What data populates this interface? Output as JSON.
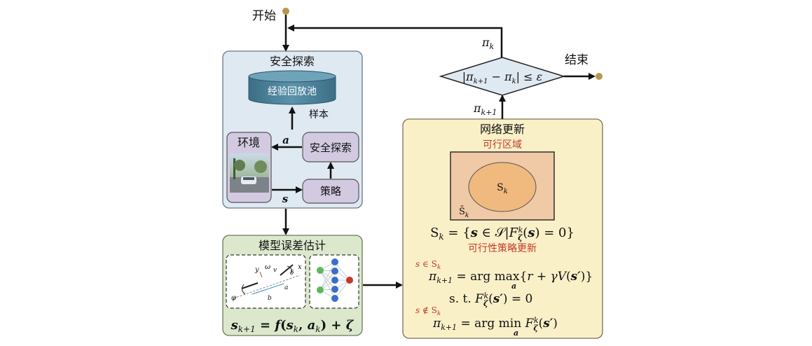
{
  "start": {
    "label": "开始"
  },
  "end": {
    "label": "结束"
  },
  "safe_explore_panel": {
    "title": "安全探索",
    "buffer_label": "经验回放池",
    "sample_label": "样本",
    "env_label": "环境",
    "explore_label": "安全探索",
    "policy_label": "策略",
    "action_symbol": "a",
    "state_symbol": "s"
  },
  "model_panel": {
    "title": "模型误差估计",
    "equation": "s_{k+1} = f(s_k, a_k) + ζ",
    "vehicle_symbols": [
      "y",
      "ω",
      "v",
      "δ",
      "x",
      "a",
      "b",
      "φ"
    ]
  },
  "network_panel": {
    "title": "网络更新",
    "feasible_title": "可行区域",
    "inner_set": "S_k",
    "outer_set": "S̄_k",
    "set_definition": "S_k = {s ∈ S | F_ζ^k(s) = 0}",
    "policy_update_title": "可行性策略更新",
    "case_in": "s ∈ S_k",
    "update_in": "π_{k+1} = arg max_a {r + γV(s')}",
    "constraint": "s.t.  F_ζ^k(s') = 0",
    "case_out": "s ∉ S_k",
    "update_out": "π_{k+1} = arg min_a F_ζ^k(s')"
  },
  "decision": {
    "condition": "|π_{k+1} − π_k| ≤ ε",
    "input_label": "π_{k+1}",
    "loop_label": "π_k"
  },
  "colors": {
    "blue_panel": "#dfe9f2",
    "green_panel": "#dbe8cc",
    "yellow_panel": "#faf0c8",
    "purple_box": "#d3cae2",
    "cylinder": "#4a7f96",
    "region_fill": "#f0c9a6",
    "ellipse_fill": "#f0b97e",
    "red_text": "#c0392b",
    "dot": "#b8974a"
  }
}
